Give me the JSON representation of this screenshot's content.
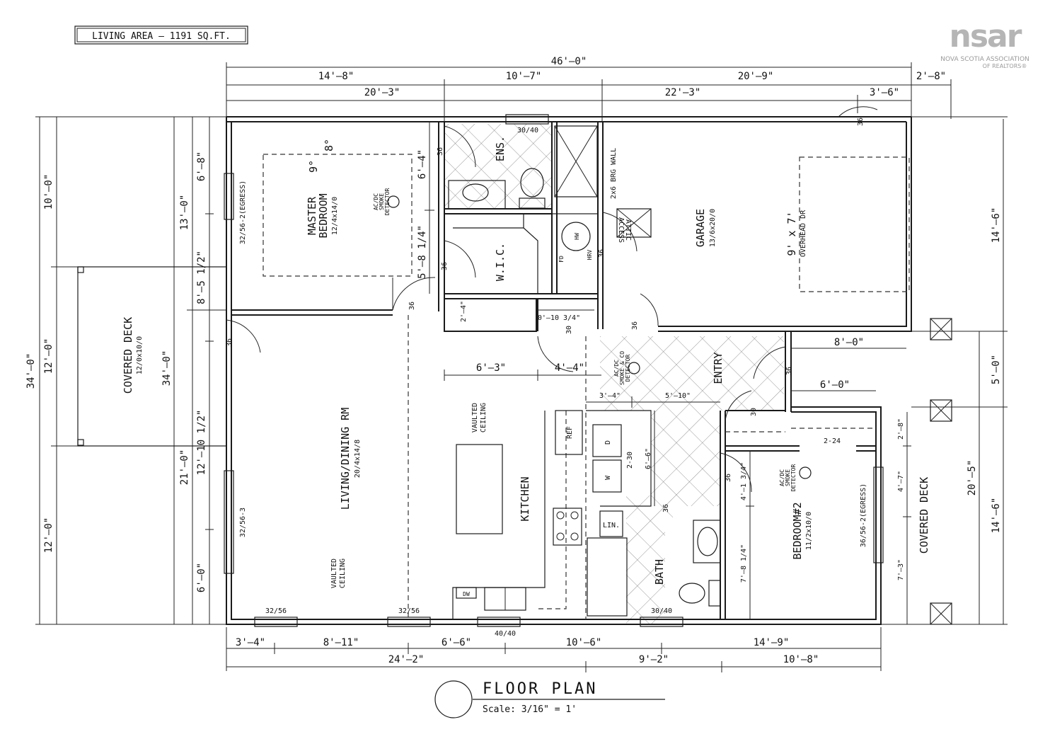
{
  "title_box": "LIVING AREA – 1191 SQ.FT.",
  "logo": {
    "mark": "nsar",
    "line1": "NOVA SCOTIA ASSOCIATION",
    "line2": "OF REALTORS®"
  },
  "footer": {
    "title": "FLOOR PLAN",
    "scale": "Scale: 3/16\" = 1'"
  },
  "rooms": {
    "master": {
      "name1": "MASTER",
      "name2": "BEDROOM",
      "size": "12/4x14/0",
      "ceiling_a": "9°",
      "ceiling_b": "8°"
    },
    "ens": "ENS.",
    "wic": "W.I.C.",
    "garage": {
      "name": "GARAGE",
      "size": "13/6x20/0"
    },
    "overhead": {
      "line1": "9' x 7'",
      "line2": "OVERHEAD DR"
    },
    "attic": {
      "line1": "ATTIC",
      "line2": "ACCESS"
    },
    "brg_wall": "2x6 BRG WALL",
    "covered_deck_left": {
      "name": "COVERED DECK",
      "size": "12/0x10/0"
    },
    "living": {
      "name": "LIVING/DINING RM",
      "size": "20/4x14/8"
    },
    "vaulted_a": {
      "line1": "VAULTED",
      "line2": "CEILING"
    },
    "vaulted_b": {
      "line1": "VAULTED",
      "line2": "CEILING"
    },
    "kitchen": "KITCHEN",
    "entry": "ENTRY",
    "bath": "BATH",
    "bedroom2": {
      "name": "BEDROOM#2",
      "size": "11/2x10/0"
    },
    "covered_deck_right": "COVERED DECK",
    "ref": "REF",
    "lin": "LIN.",
    "dw": "DW",
    "washer": "W",
    "dryer": "D",
    "hw": "HW",
    "hrv": "HRV",
    "fd": "FD",
    "smoke1": {
      "line1": "AC/DC",
      "line2": "SMOKE",
      "line3": "DETECTOR"
    },
    "smoke2": {
      "line1": "AC/DC",
      "line2": "SMOKE & CO",
      "line3": "DETECTOR"
    },
    "smoke3": {
      "line1": "AC/DC",
      "line2": "SMOKE",
      "line3": "DETECTOR"
    }
  },
  "windows": {
    "egress_master": "32/56-2(EGRESS)",
    "living_side": "32/56-3",
    "bottom1": "32/56",
    "bottom2": "32/56",
    "kitchen": "40/40",
    "bath": "30/40",
    "ens": "30/40",
    "egress_bed2": "36/56-2(EGRESS)",
    "closet_24": "2-24",
    "laundry_30": "2-30"
  },
  "doors": {
    "d1": "36",
    "d2": "36",
    "d3": "36",
    "d4": "36",
    "d5": "36",
    "d6": "36",
    "d7": "36",
    "d8": "36",
    "d9": "36",
    "d10": "30",
    "d11": "30",
    "d12": "36",
    "d13": "36"
  },
  "dims": {
    "top_total": "46'–0\"",
    "top_a1": "14'–8\"",
    "top_a2": "10'–7\"",
    "top_a3": "20'–9\"",
    "top_a4": "2'–8\"",
    "top_b1": "20'–3\"",
    "top_b2": "22'–3\"",
    "top_b3": "3'–6\"",
    "bot_a1": "3'–4\"",
    "bot_a2": "8'–11\"",
    "bot_a3": "6'–6\"",
    "bot_a4": "10'–6\"",
    "bot_a5": "14'–9\"",
    "bot_b1": "24'–2\"",
    "bot_b2": "9'–2\"",
    "bot_b3": "10'–8\"",
    "left_total": "34'–0\"",
    "left_a1": "10'–0\"",
    "left_a2": "12'–0\"",
    "left_a3": "12'–0\"",
    "left_deck": "34'–0\"",
    "left_b1": "13'–0\"",
    "left_b2": "21'–0\"",
    "left_c1": "6'–8\"",
    "left_c2": "8'–5 1/2\"",
    "left_c3": "12'–10 1/2\"",
    "left_c4": "6'–0\"",
    "right_a1": "14'–6\"",
    "right_a2": "5'–0\"",
    "right_a3": "14'–6\"",
    "right_b": "20'–5\"",
    "right_c1": "2'–8\"",
    "right_c2": "4'–7\"",
    "right_c3": "7'–3\"",
    "in_6_4": "6'–4\"",
    "in_5_8": "5'–8 1/4\"",
    "in_2_4": "2'–4\"",
    "in_0_10": "0'–10 3/4\"",
    "in_6_3": "6'–3\"",
    "in_4_4": "4'–4\"",
    "in_8_0": "8'–0\"",
    "in_6_0": "6'–0\"",
    "in_3_4": "3'–4\"",
    "in_5_10": "5'–10\"",
    "in_6_6": "6'–6\"",
    "in_4_1": "4'–1 3/4\"",
    "in_7_8": "7'–8 1/4\""
  }
}
